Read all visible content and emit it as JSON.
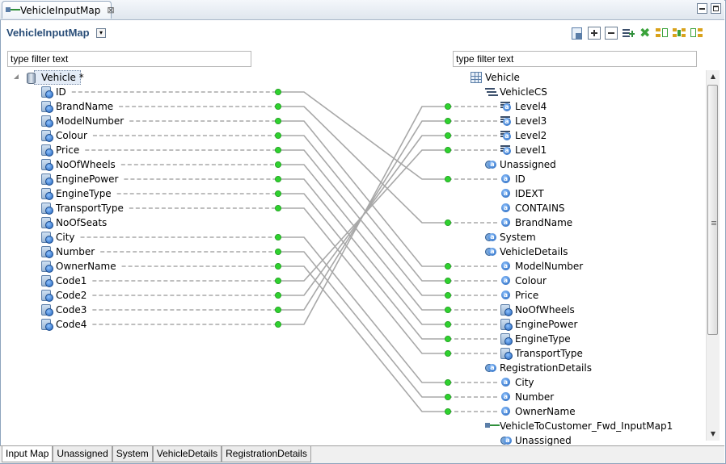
{
  "editor_tab": {
    "label": "VehicleInputMap",
    "close": "⊠"
  },
  "window_controls": [
    "minimize",
    "maximize"
  ],
  "header": {
    "title": "VehicleInputMap"
  },
  "toolbar": {
    "icons": [
      "map-settings-icon",
      "expand-all-icon",
      "collapse-all-icon",
      "add-mapping-icon",
      "delete-icon",
      "layout-left-icon",
      "layout-center-icon",
      "layout-right-icon"
    ]
  },
  "filters": {
    "left_placeholder": "type filter text",
    "right_placeholder": "type filter text"
  },
  "source": {
    "root": "Vehicle *",
    "items": [
      "ID",
      "BrandName",
      "ModelNumber",
      "Colour",
      "Price",
      "NoOfWheels",
      "EnginePower",
      "EngineType",
      "TransportType",
      "NoOfSeats",
      "City",
      "Number",
      "OwnerName",
      "Code1",
      "Code2",
      "Code3",
      "Code4"
    ]
  },
  "target": {
    "root": "Vehicle",
    "items": [
      {
        "label": "VehicleCS",
        "icon": "cs",
        "indent": 1
      },
      {
        "label": "Level4",
        "icon": "lvl",
        "indent": 2
      },
      {
        "label": "Level3",
        "icon": "lvl",
        "indent": 2
      },
      {
        "label": "Level2",
        "icon": "lvl",
        "indent": 2
      },
      {
        "label": "Level1",
        "icon": "lvl",
        "indent": 2
      },
      {
        "label": "Unassigned",
        "icon": "grp",
        "indent": 1
      },
      {
        "label": "ID",
        "icon": "attr",
        "indent": 2
      },
      {
        "label": "IDEXT",
        "icon": "attr",
        "indent": 2
      },
      {
        "label": "CONTAINS",
        "icon": "attr",
        "indent": 2
      },
      {
        "label": "BrandName",
        "icon": "attr",
        "indent": 2
      },
      {
        "label": "System",
        "icon": "grp",
        "indent": 1
      },
      {
        "label": "VehicleDetails",
        "icon": "grp",
        "indent": 1
      },
      {
        "label": "ModelNumber",
        "icon": "attr",
        "indent": 2
      },
      {
        "label": "Colour",
        "icon": "attr",
        "indent": 2
      },
      {
        "label": "Price",
        "icon": "attr",
        "indent": 2
      },
      {
        "label": "NoOfWheels",
        "icon": "src",
        "indent": 2
      },
      {
        "label": "EnginePower",
        "icon": "src",
        "indent": 2
      },
      {
        "label": "EngineType",
        "icon": "src",
        "indent": 2
      },
      {
        "label": "TransportType",
        "icon": "src",
        "indent": 2
      },
      {
        "label": "RegistrationDetails",
        "icon": "grp",
        "indent": 1
      },
      {
        "label": "City",
        "icon": "attr",
        "indent": 2
      },
      {
        "label": "Number",
        "icon": "attr",
        "indent": 2
      },
      {
        "label": "OwnerName",
        "icon": "attr",
        "indent": 2
      },
      {
        "label": "VehicleToCustomer_Fwd_InputMap1",
        "icon": "imap",
        "indent": 1
      },
      {
        "label": "Unassigned",
        "icon": "grp",
        "indent": 2
      }
    ]
  },
  "mappings": [
    {
      "from": "ID",
      "to": 6
    },
    {
      "from": "BrandName",
      "to": 9
    },
    {
      "from": "ModelNumber",
      "to": 12
    },
    {
      "from": "Colour",
      "to": 13
    },
    {
      "from": "Price",
      "to": 14
    },
    {
      "from": "NoOfWheels",
      "to": 15
    },
    {
      "from": "EnginePower",
      "to": 16
    },
    {
      "from": "EngineType",
      "to": 17
    },
    {
      "from": "TransportType",
      "to": 18
    },
    {
      "from": "City",
      "to": 20
    },
    {
      "from": "Number",
      "to": 21
    },
    {
      "from": "OwnerName",
      "to": 22
    },
    {
      "from": "Code1",
      "to": 4
    },
    {
      "from": "Code2",
      "to": 3
    },
    {
      "from": "Code3",
      "to": 2
    },
    {
      "from": "Code4",
      "to": 1
    }
  ],
  "bottom_tabs": [
    "Input Map",
    "Unassigned",
    "System",
    "VehicleDetails",
    "RegistrationDetails"
  ],
  "active_bottom_tab": "Input Map",
  "colors": {
    "title": "#2a4e78",
    "connector": "#2fd12f",
    "link_line": "#a8a8a8"
  }
}
